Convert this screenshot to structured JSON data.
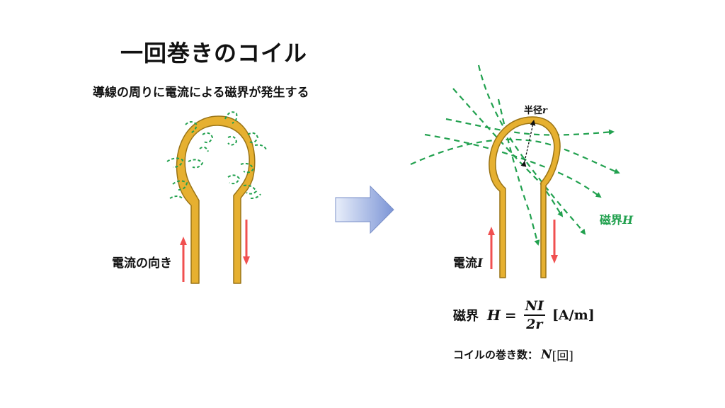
{
  "title": "一回巻きのコイル",
  "subtitle": "導線の周りに電流による磁界が発生する",
  "left_current_label": "電流の向き",
  "right_current_label": "電流",
  "right_current_var": "I",
  "field_label": "磁界",
  "field_var": "H",
  "radius_label": "半径",
  "radius_var": "r",
  "formula": {
    "label": "磁界",
    "lhs": "H",
    "eq": "=",
    "numerator": "NI",
    "denominator": "2r",
    "unit": "[A/m]"
  },
  "turns": {
    "label": "コイルの巻き数：",
    "var": "N",
    "unit": "[回]"
  },
  "colors": {
    "wire_fill": "#e6b030",
    "wire_stroke": "#9a7416",
    "field": "#22a14f",
    "current_arrow": "#f05050",
    "transition_arrow": "#8ea4dc"
  }
}
